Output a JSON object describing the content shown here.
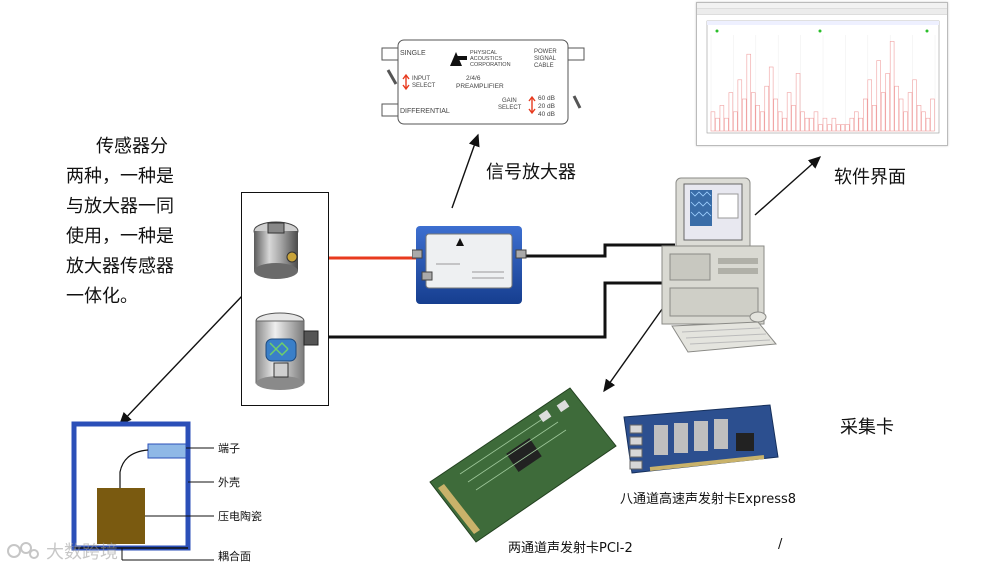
{
  "labels": {
    "amplifier": "信号放大器",
    "software": "软件界面",
    "daq_card": "采集卡",
    "card_8ch": "八通道高速声发射卡Express8",
    "card_2ch": "两通道声发射卡PCI-2",
    "card_8ch_cut": "/"
  },
  "sensor_description": [
    "传感器分",
    "两种，一种是",
    "与放大器一同",
    "使用，一种是",
    "放大器传感器",
    "一体化。"
  ],
  "sensor_parts": {
    "terminal": "端子",
    "housing": "外壳",
    "piezo": "压电陶瓷",
    "coupling": "耦合面"
  },
  "preamp_panel": {
    "single": "SINGLE",
    "differential": "DIFFERENTIAL",
    "input_select": [
      "INPUT",
      "SELECT"
    ],
    "brand": [
      "PHYSICAL",
      "ACOUSTICS",
      "CORPORATION"
    ],
    "model": [
      "2/4/6",
      "PREAMPLIFIER"
    ],
    "power": [
      "POWER",
      "SIGNAL",
      "CABLE"
    ],
    "gain_select": [
      "GAIN",
      "SELECT"
    ],
    "gain_values": [
      "60 dB",
      "20 dB",
      "40 dB"
    ]
  },
  "watermark": "大数跨境",
  "colors": {
    "cable_red": "#e83a1e",
    "cable_black": "#111111",
    "housing_blue": "#2b4fb8",
    "piezo_brown": "#7a5a10",
    "terminal_blue": "#8fb8e6",
    "amp_blue": "#1f4fa8"
  },
  "chart_data": {
    "type": "bar",
    "bars": [
      3,
      2,
      4,
      2,
      6,
      3,
      8,
      5,
      12,
      6,
      4,
      3,
      7,
      10,
      5,
      3,
      2,
      6,
      4,
      9,
      3,
      2,
      2,
      3,
      1,
      2,
      1,
      2,
      1,
      1,
      1,
      2,
      3,
      2,
      5,
      8,
      4,
      11,
      6,
      9,
      14,
      7,
      5,
      3,
      6,
      8,
      4,
      3,
      2,
      5
    ],
    "ylim": [
      0,
      15
    ],
    "xlabel": "",
    "ylabel": ""
  }
}
